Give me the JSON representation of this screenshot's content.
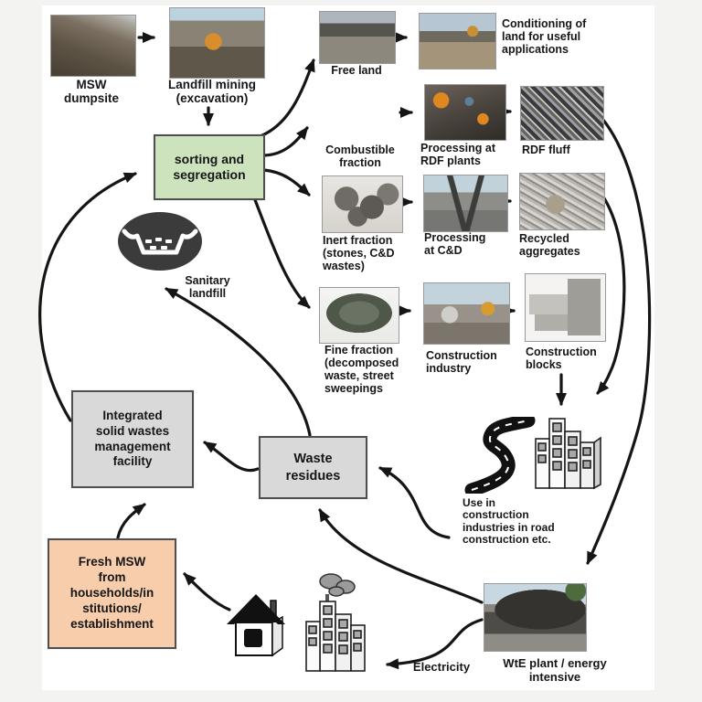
{
  "title": "Landfill mining and integrated municipal solid waste management flow diagram",
  "colors": {
    "sorting_box_fill": "#cde3bd",
    "facility_box_fill": "#d9d9d9",
    "fresh_msw_box_fill": "#f7cdab",
    "box_border": "#4f4f4f",
    "arrow": "#151515",
    "text": "#161616",
    "page_margin": "#f3f3f2"
  },
  "icons": {
    "sanitary_landfill": "landfill-basin-icon",
    "road": "road-icon",
    "construction_buildings": "buildings-icon",
    "house": "house-icon",
    "city_with_smoke": "city-smoke-icon"
  },
  "nodes": {
    "msw_dumpsite": {
      "label": "MSW\ndumpsite"
    },
    "landfill_mining": {
      "label": "Landfill mining\n(excavation)"
    },
    "sorting": {
      "label": "sorting and\nsegregation"
    },
    "free_land": {
      "label": "Free land"
    },
    "conditioning": {
      "label": "Conditioning of\nland for useful\napplications"
    },
    "combustible": {
      "label": "Combustible\nfraction"
    },
    "rdf_plants": {
      "label": "Processing at\nRDF plants"
    },
    "rdf_fluff": {
      "label": "RDF fluff"
    },
    "inert": {
      "label": "Inert fraction\n(stones, C&D\nwastes)"
    },
    "cnd": {
      "label": "Processing\nat C&D"
    },
    "recycled_aggregates": {
      "label": "Recycled\naggregates"
    },
    "fine": {
      "label": "Fine fraction\n(decomposed\nwaste, street\nsweepings"
    },
    "construction_industry": {
      "label": "Construction\nindustry"
    },
    "construction_blocks": {
      "label": "Construction\nblocks"
    },
    "sanitary_landfill": {
      "label": "Sanitary\nlandfill"
    },
    "integrated_facility": {
      "label": "Integrated\nsolid wastes\nmanagement\nfacility"
    },
    "waste_residues": {
      "label": "Waste\nresidues"
    },
    "use_construction": {
      "label": "Use in\nconstruction\nindustries in road\nconstruction etc."
    },
    "fresh_msw": {
      "label": "Fresh MSW\nfrom\nhouseholds/in\nstitutions/\nestablishment"
    },
    "electricity": {
      "label": "Electricity"
    },
    "wte_plant": {
      "label": "WtE plant / energy\nintensive"
    }
  }
}
